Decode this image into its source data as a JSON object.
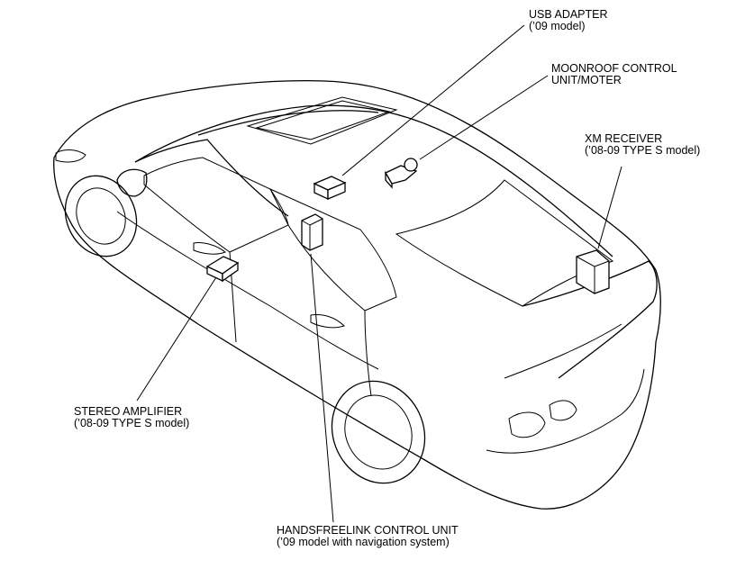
{
  "labels": {
    "usb_adapter": {
      "line1": "USB ADAPTER",
      "line2": "(’09 model)"
    },
    "moonroof": {
      "line1": "MOONROOF CONTROL",
      "line2": "UNIT/MOTER"
    },
    "xm_receiver": {
      "line1": "XM RECEIVER",
      "line2": "(’08-09 TYPE S model)"
    },
    "stereo_amplifier": {
      "line1": "STEREO AMPLIFIER",
      "line2": "(’08-09 TYPE S model)"
    },
    "handsfreelink": {
      "line1": "HANDSFREELINK CONTROL UNIT",
      "line2": "(’09 model with navigation system)"
    }
  },
  "colors": {
    "ink": "#000000",
    "paper": "#ffffff"
  }
}
